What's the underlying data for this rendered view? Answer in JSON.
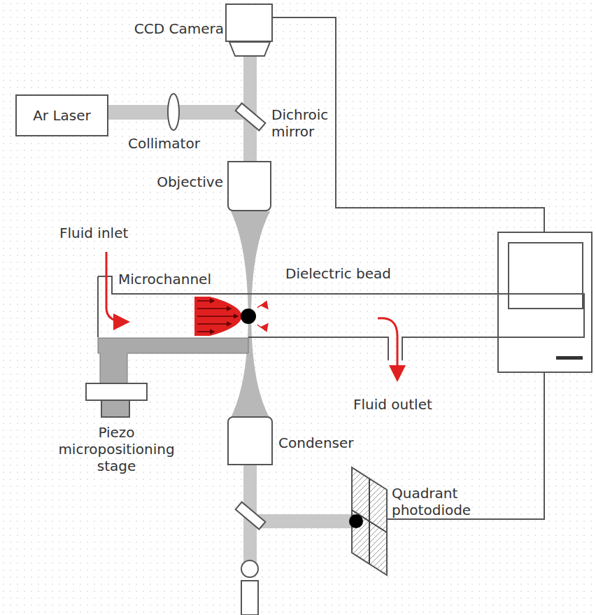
{
  "diagram": {
    "nodes": [
      {
        "text": [
          "CCD Camera"
        ]
      },
      {
        "text": [
          "Ar Laser"
        ]
      },
      {
        "text": [
          "Objective"
        ]
      },
      {
        "text": [
          "Microchannel"
        ]
      },
      {
        "text": [
          "Dielectric bead"
        ],
        "in": 3
      },
      {
        "text": [
          "Condenser"
        ]
      },
      {
        "text": [
          "Piezo micropositioning stage"
        ]
      },
      {
        "text": [
          "Quadrant photodiode"
        ]
      }
    ],
    "labels": [
      "Collimator",
      "Dichroic mirror",
      "Fluid inlet",
      "Fluid outlet"
    ]
  }
}
